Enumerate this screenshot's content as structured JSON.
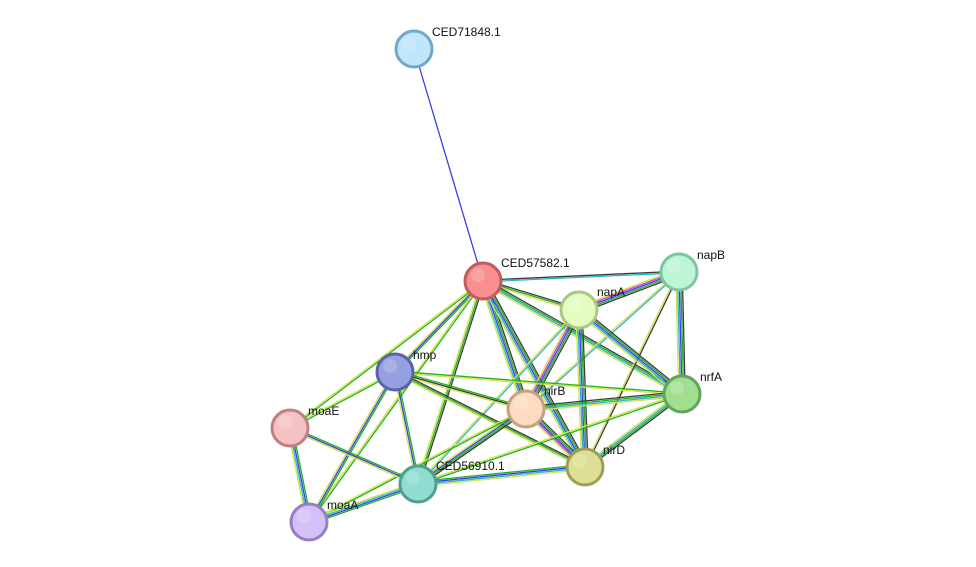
{
  "network": {
    "nodes": [
      {
        "id": "ced71848",
        "label": "CED71848.1",
        "fill": "#bfe6fa",
        "stroke": "#74a6c9"
      },
      {
        "id": "ced57582",
        "label": "CED57582.1",
        "fill": "#f98f91",
        "stroke": "#c45a5c"
      },
      {
        "id": "napb",
        "label": "napB",
        "fill": "#bdf6d6",
        "stroke": "#7fc4a0"
      },
      {
        "id": "napa",
        "label": "napA",
        "fill": "#e5fcc0",
        "stroke": "#abc784"
      },
      {
        "id": "hmp",
        "label": "hmp",
        "fill": "#95a0e0",
        "stroke": "#5a63a8"
      },
      {
        "id": "nirb",
        "label": "nirB",
        "fill": "#fbdcc0",
        "stroke": "#c6a07f"
      },
      {
        "id": "nrfa",
        "label": "nrfA",
        "fill": "#a1de90",
        "stroke": "#64a35a"
      },
      {
        "id": "moae",
        "label": "moaE",
        "fill": "#f5c2c3",
        "stroke": "#c07f80"
      },
      {
        "id": "nird",
        "label": "nirD",
        "fill": "#dede94",
        "stroke": "#9e9e58"
      },
      {
        "id": "ced56910",
        "label": "CED56910.1",
        "fill": "#8fdcd0",
        "stroke": "#4f9f95"
      },
      {
        "id": "moaa",
        "label": "moaA",
        "fill": "#d4c0fa",
        "stroke": "#937fc1"
      }
    ],
    "edges": [
      {
        "source": "ced71848",
        "target": "ced57582",
        "colors": [
          "#3a3fe8"
        ]
      },
      {
        "source": "ced57582",
        "target": "napb",
        "colors": [
          "#3a3a3a",
          "#2ab5c8"
        ]
      },
      {
        "source": "ced57582",
        "target": "napa",
        "colors": [
          "#3a3a3a",
          "#1fb31f",
          "#d6e04a"
        ]
      },
      {
        "source": "ced57582",
        "target": "hmp",
        "colors": [
          "#1fb31f",
          "#3a3fe8",
          "#d6e04a"
        ]
      },
      {
        "source": "ced57582",
        "target": "nirb",
        "colors": [
          "#3a3a3a",
          "#1fb31f",
          "#3a3fe8",
          "#2ab5c8",
          "#d6e04a"
        ]
      },
      {
        "source": "ced57582",
        "target": "nrfa",
        "colors": [
          "#3a3a3a",
          "#1fb31f",
          "#2ab5c8",
          "#d6e04a"
        ]
      },
      {
        "source": "ced57582",
        "target": "moae",
        "colors": [
          "#1fb31f",
          "#d6e04a"
        ]
      },
      {
        "source": "ced57582",
        "target": "nird",
        "colors": [
          "#3a3a3a",
          "#1fb31f",
          "#3a3fe8",
          "#2ab5c8",
          "#d6e04a"
        ]
      },
      {
        "source": "ced57582",
        "target": "ced56910",
        "colors": [
          "#3a3a3a",
          "#1fb31f",
          "#d6e04a"
        ]
      },
      {
        "source": "ced57582",
        "target": "moaa",
        "colors": [
          "#1fb31f",
          "#d6e04a"
        ]
      },
      {
        "source": "napb",
        "target": "napa",
        "colors": [
          "#3a3a3a",
          "#1fb31f",
          "#3a3fe8",
          "#d23fd2",
          "#d6e04a"
        ]
      },
      {
        "source": "napb",
        "target": "nrfa",
        "colors": [
          "#3a3a3a",
          "#1fb31f",
          "#3a3fe8",
          "#2ab5c8",
          "#d6e04a"
        ]
      },
      {
        "source": "napb",
        "target": "nirb",
        "colors": [
          "#2ab5c8",
          "#d6e04a"
        ]
      },
      {
        "source": "napb",
        "target": "nird",
        "colors": [
          "#3a3a3a",
          "#d6e04a"
        ]
      },
      {
        "source": "napa",
        "target": "nrfa",
        "colors": [
          "#3a3a3a",
          "#1fb31f",
          "#3a3fe8",
          "#2ab5c8",
          "#d6e04a"
        ]
      },
      {
        "source": "napa",
        "target": "nirb",
        "colors": [
          "#3a3a3a",
          "#1fb31f",
          "#3a3fe8",
          "#d23fd2",
          "#d6e04a"
        ]
      },
      {
        "source": "napa",
        "target": "nird",
        "colors": [
          "#3a3a3a",
          "#1fb31f",
          "#3a3fe8",
          "#2ab5c8",
          "#d6e04a"
        ]
      },
      {
        "source": "napa",
        "target": "ced56910",
        "colors": [
          "#2ab5c8",
          "#d6e04a"
        ]
      },
      {
        "source": "hmp",
        "target": "nirb",
        "colors": [
          "#1fb31f",
          "#3a3a3a",
          "#d6e04a"
        ]
      },
      {
        "source": "hmp",
        "target": "nrfa",
        "colors": [
          "#1fb31f",
          "#d6e04a"
        ]
      },
      {
        "source": "hmp",
        "target": "nird",
        "colors": [
          "#3a3a3a",
          "#1fb31f",
          "#d6e04a"
        ]
      },
      {
        "source": "hmp",
        "target": "ced56910",
        "colors": [
          "#1fb31f",
          "#3a3fe8",
          "#d6e04a"
        ]
      },
      {
        "source": "hmp",
        "target": "moaa",
        "colors": [
          "#1fb31f",
          "#3a3fe8",
          "#d6e04a"
        ]
      },
      {
        "source": "hmp",
        "target": "moae",
        "colors": [
          "#1fb31f",
          "#d6e04a"
        ]
      },
      {
        "source": "nirb",
        "target": "nrfa",
        "colors": [
          "#3a3a3a",
          "#1fb31f",
          "#2ab5c8",
          "#d6e04a"
        ]
      },
      {
        "source": "nirb",
        "target": "nird",
        "colors": [
          "#3a3a3a",
          "#1fb31f",
          "#3a3fe8",
          "#d23fd2",
          "#d6e04a"
        ]
      },
      {
        "source": "nirb",
        "target": "ced56910",
        "colors": [
          "#3a3a3a",
          "#1fb31f",
          "#3a3fe8",
          "#d6e04a"
        ]
      },
      {
        "source": "nirb",
        "target": "moaa",
        "colors": [
          "#1fb31f",
          "#d6e04a"
        ]
      },
      {
        "source": "nrfa",
        "target": "nird",
        "colors": [
          "#3a3a3a",
          "#1fb31f",
          "#2ab5c8",
          "#d6e04a"
        ]
      },
      {
        "source": "nrfa",
        "target": "ced56910",
        "colors": [
          "#1fb31f",
          "#d6e04a"
        ]
      },
      {
        "source": "moae",
        "target": "ced56910",
        "colors": [
          "#1fb31f",
          "#3a3fe8",
          "#d6e04a"
        ]
      },
      {
        "source": "moae",
        "target": "moaa",
        "colors": [
          "#1fb31f",
          "#3a3fe8",
          "#2ab5c8",
          "#d6e04a"
        ]
      },
      {
        "source": "ced56910",
        "target": "nird",
        "colors": [
          "#1fb31f",
          "#3a3fe8",
          "#2ab5c8",
          "#d6e04a"
        ]
      },
      {
        "source": "ced56910",
        "target": "moaa",
        "colors": [
          "#1fb31f",
          "#3a3fe8",
          "#2ab5c8",
          "#d6e04a"
        ]
      }
    ]
  }
}
